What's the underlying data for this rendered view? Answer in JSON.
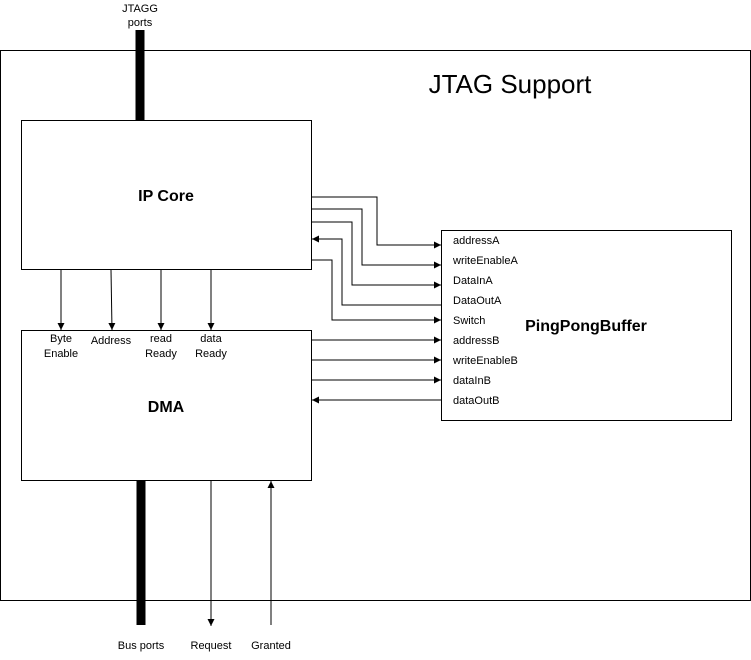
{
  "diagram": {
    "title": "JTAG Support",
    "top_bus_label_line1": "JTAGG",
    "top_bus_label_line2": "ports",
    "bottom_bus_label": "Bus ports",
    "request_label": "Request",
    "granted_label": "Granted",
    "blocks": {
      "ip_core": "IP Core",
      "dma": "DMA",
      "pingpong": "PingPongBuffer"
    },
    "dma_inputs": {
      "byte_enable_line1": "Byte",
      "byte_enable_line2": "Enable",
      "address": "Address",
      "read_ready_line1": "read",
      "read_ready_line2": "Ready",
      "data_ready_line1": "data",
      "data_ready_line2": "Ready"
    },
    "buffer_ports": [
      "addressA",
      "writeEnableA",
      "DataInA",
      "DataOutA",
      "Switch",
      "addressB",
      "writeEnableB",
      "dataInB",
      "dataOutB"
    ]
  }
}
